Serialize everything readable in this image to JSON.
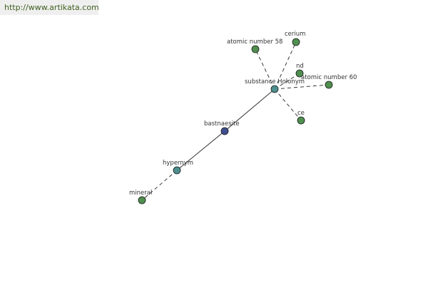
{
  "watermark": {
    "url": "http://www.artikata.com"
  },
  "colors": {
    "green": "#4f8f4f",
    "teal": "#4d8f8f",
    "navy": "#3f4f8f"
  },
  "graph": {
    "nodes": [
      {
        "id": "substance-holonym",
        "label": "substance Holonym",
        "color": "teal"
      },
      {
        "id": "atomic-number-58",
        "label": "atomic number 58",
        "color": "green"
      },
      {
        "id": "cerium",
        "label": "cerium",
        "color": "green"
      },
      {
        "id": "nd",
        "label": "nd",
        "color": "green"
      },
      {
        "id": "atomic-number-60",
        "label": "atomic number 60",
        "color": "green"
      },
      {
        "id": "ce",
        "label": "ce",
        "color": "green"
      },
      {
        "id": "bastnaesite",
        "label": "bastnaesite",
        "color": "navy"
      },
      {
        "id": "hypernym",
        "label": "hypernym",
        "color": "teal"
      },
      {
        "id": "mineral",
        "label": "mineral",
        "color": "green"
      }
    ],
    "edges": [
      {
        "from": "bastnaesite",
        "to": "substance-holonym",
        "style": "solid"
      },
      {
        "from": "bastnaesite",
        "to": "hypernym",
        "style": "solid"
      },
      {
        "from": "hypernym",
        "to": "mineral",
        "style": "dashed"
      },
      {
        "from": "substance-holonym",
        "to": "atomic-number-58",
        "style": "dashed"
      },
      {
        "from": "substance-holonym",
        "to": "cerium",
        "style": "dashed"
      },
      {
        "from": "substance-holonym",
        "to": "nd",
        "style": "dashed"
      },
      {
        "from": "substance-holonym",
        "to": "atomic-number-60",
        "style": "dashed"
      },
      {
        "from": "substance-holonym",
        "to": "ce",
        "style": "dashed"
      }
    ]
  }
}
